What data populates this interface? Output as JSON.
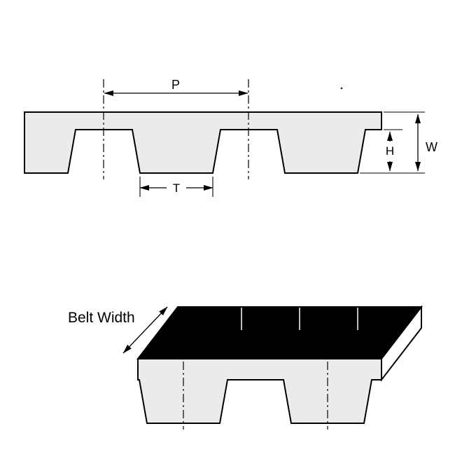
{
  "diagram": {
    "title": "timing-belt-dimensions",
    "labels": {
      "pitch": "P",
      "tooth_width": "T",
      "tooth_height": "H",
      "belt_thickness": "W",
      "belt_width": "Belt Width"
    },
    "colors": {
      "belt_fill": "#ebebeb",
      "outline": "#000000",
      "top_face_fill": "#000000",
      "end_face_fill": "#ffffff",
      "background": "#ffffff"
    }
  }
}
